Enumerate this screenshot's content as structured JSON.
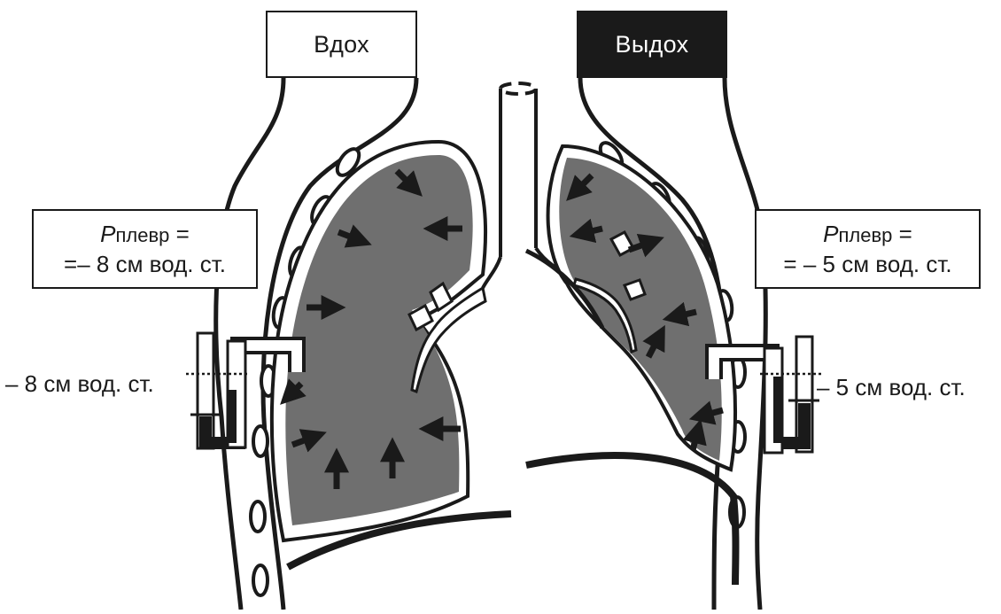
{
  "labels": {
    "inhale": "Вдох",
    "exhale": "Выдох"
  },
  "left_pressure": {
    "symbol": "P",
    "subscript": "плевр",
    "equals": " =",
    "line2": "=– 8 см вод. ст."
  },
  "right_pressure": {
    "symbol": "P",
    "subscript": "плевр",
    "equals": " =",
    "line2": "= – 5 см вод. ст."
  },
  "gauge_left": "– 8 см вод. ст.",
  "gauge_right": "– 5 см вод. ст.",
  "colors": {
    "ink": "#1a1a1a",
    "lung_fill": "#6f6f6f",
    "background": "#ffffff"
  }
}
